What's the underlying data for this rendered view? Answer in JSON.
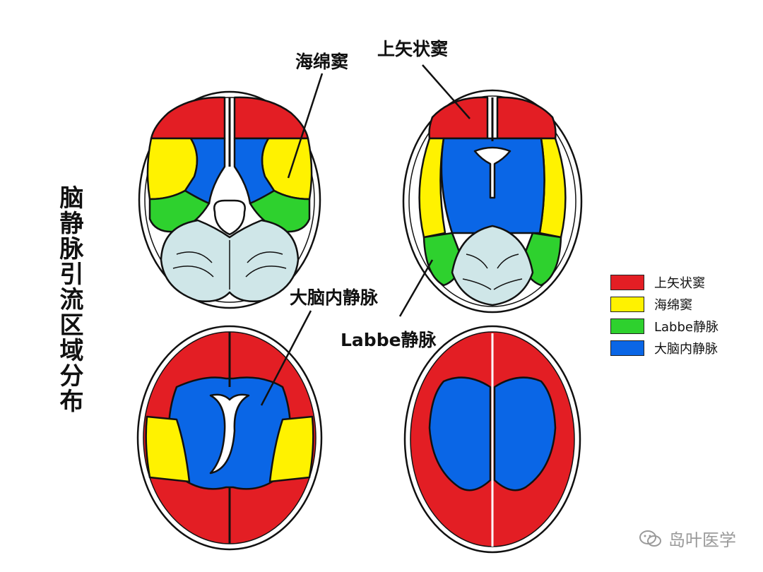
{
  "title": "脑静脉引流区域分布",
  "labels": {
    "cavernous_sinus": "海绵窦",
    "superior_sagittal_sinus": "上矢状窦",
    "internal_cerebral_vein": "大脑内静脉",
    "labbe_vein": "Labbe静脉"
  },
  "legend": [
    {
      "label": "上矢状窦",
      "color": "#e31e24"
    },
    {
      "label": "海绵窦",
      "color": "#fff200"
    },
    {
      "label": "Labbe静脉",
      "color": "#2ed12e"
    },
    {
      "label": "大脑内静脉",
      "color": "#0a66e6"
    }
  ],
  "colors": {
    "cerebellum": "#cfe6e8",
    "background": "#ffffff",
    "outline": "#111111"
  },
  "watermark": {
    "text": "岛叶医学",
    "icon": "wechat-icon"
  }
}
